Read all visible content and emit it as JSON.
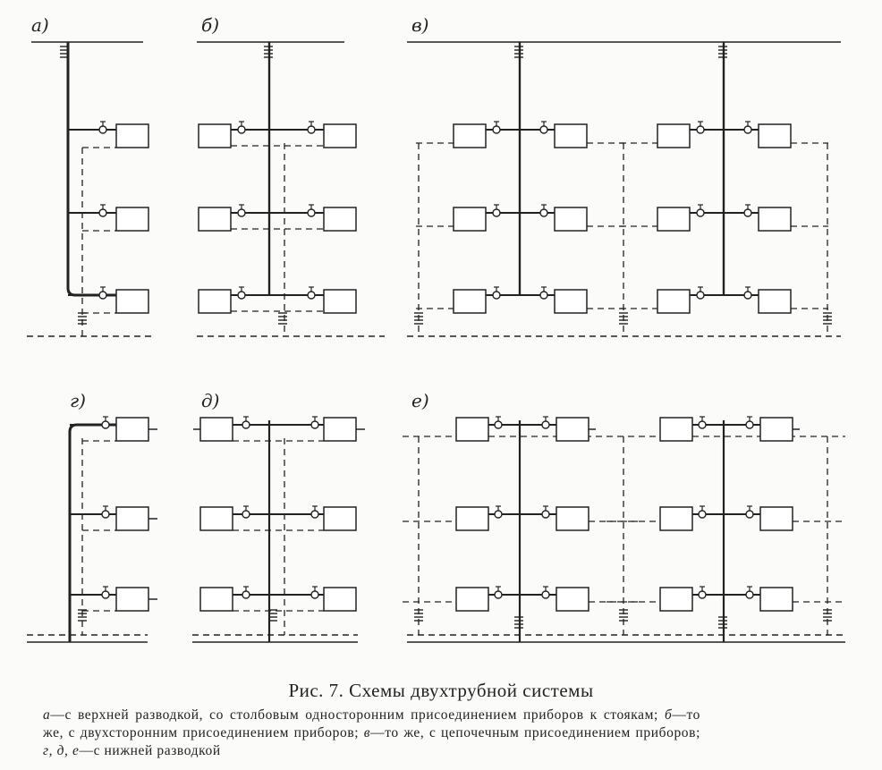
{
  "figure": {
    "title": "Рис. 7. Схемы двухтрубной системы",
    "panel_labels": [
      "а)",
      "б)",
      "в)",
      "г)",
      "д)",
      "е)"
    ],
    "caption_parts": [
      {
        "key": "а",
        "text": "—с верхней разводкой, со столбовым односторонним присоединением приборов к стоякам; "
      },
      {
        "key": "б",
        "text": "—то же, с двухсторонним присоединением приборов; "
      },
      {
        "key": "в",
        "text": "—то же, с цепочечным присоединением приборов; "
      },
      {
        "key": "г, д, е",
        "text": "—с нижней разводкой"
      }
    ]
  }
}
